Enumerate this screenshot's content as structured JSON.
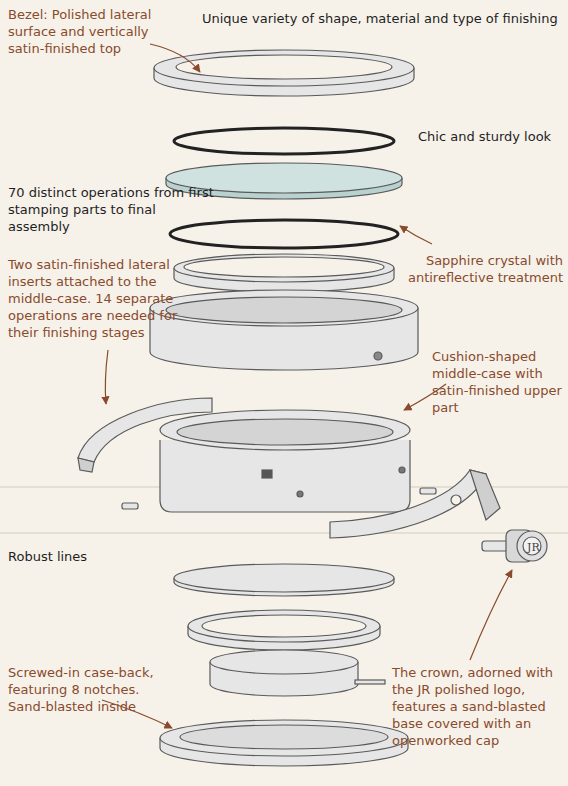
{
  "diagram": {
    "labels": [
      "Bezel: Polished lateral surface and vertically satin-finished top",
      "Unique variety of shape, material and type of finishing",
      "Chic and sturdy look",
      "70 distinct operations from first stamping parts to final assembly",
      "Sapphire crystal with antireflective treatment",
      "Two satin-finished lateral inserts attached to the middle-case. 14 separate operations are needed for their finishing stages",
      "Cushion-shaped middle-case with satin-finished upper part",
      "Robust lines",
      "Screwed-in case-back, featuring 8 notches. Sand-blasted inside",
      "The crown, adorned with the JR polished logo, features a sand-blasted base covered with an openworked cap"
    ]
  }
}
